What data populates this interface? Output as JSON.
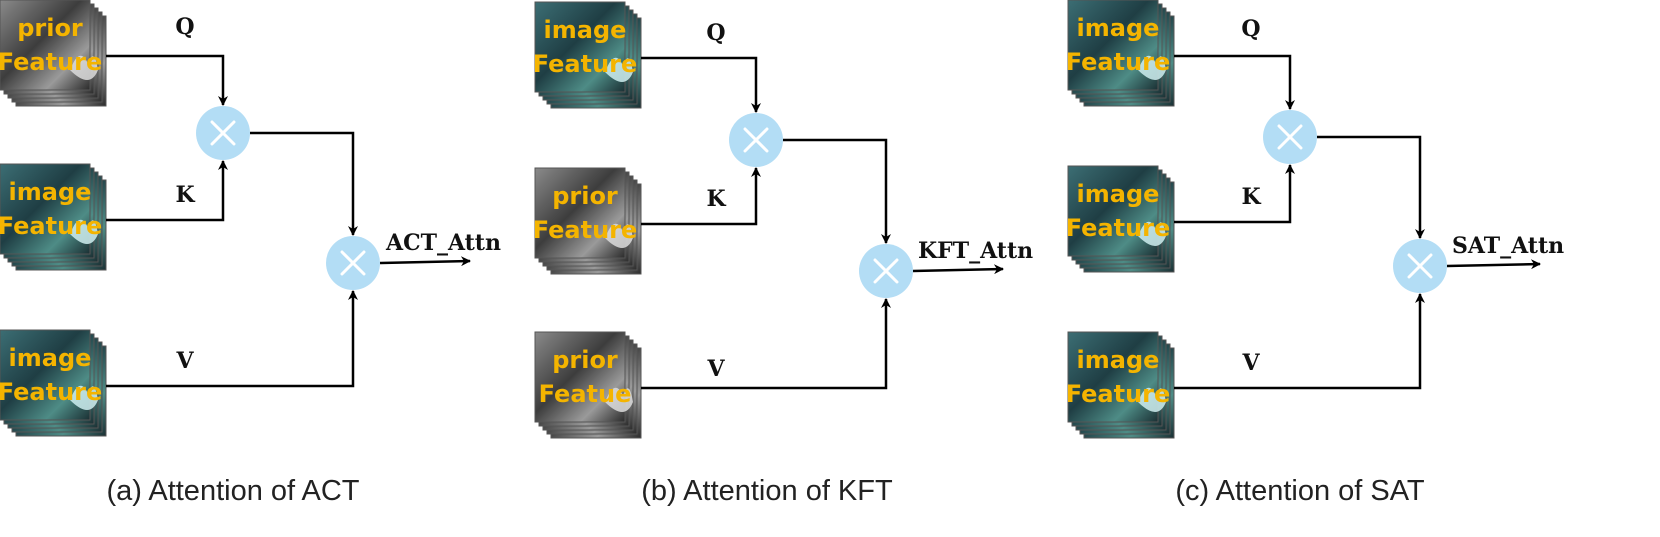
{
  "panels": [
    {
      "caption": "(a) Attention of ACT",
      "output_label": "ACT_Attn",
      "inputs": [
        {
          "label": "Q",
          "tile": [
            "prior",
            "Feature"
          ],
          "kind": "prior"
        },
        {
          "label": "K",
          "tile": [
            "image",
            "Feature"
          ],
          "kind": "image"
        },
        {
          "label": "V",
          "tile": [
            "image",
            "Feature"
          ],
          "kind": "image"
        }
      ]
    },
    {
      "caption": "(b) Attention of KFT",
      "output_label": "KFT_Attn",
      "inputs": [
        {
          "label": "Q",
          "tile": [
            "image",
            "Feature"
          ],
          "kind": "image"
        },
        {
          "label": "K",
          "tile": [
            "prior",
            "Feature"
          ],
          "kind": "prior"
        },
        {
          "label": "V",
          "tile": [
            "prior",
            "Featue"
          ],
          "kind": "prior"
        }
      ]
    },
    {
      "caption": "(c) Attention of SAT",
      "output_label": "SAT_Attn",
      "inputs": [
        {
          "label": "Q",
          "tile": [
            "image",
            "Feature"
          ],
          "kind": "image"
        },
        {
          "label": "K",
          "tile": [
            "image",
            "Feature"
          ],
          "kind": "image"
        },
        {
          "label": "V",
          "tile": [
            "image",
            "Feature"
          ],
          "kind": "image"
        }
      ]
    }
  ],
  "colors": {
    "multiplier": "#b3ddf5",
    "tile_text": "#f4b400",
    "image_tile": "#2d5a5c",
    "prior_tile": "#6e6e6e"
  },
  "icons": {
    "multiplier": "multiply-icon",
    "arrow": "arrow-icon"
  }
}
